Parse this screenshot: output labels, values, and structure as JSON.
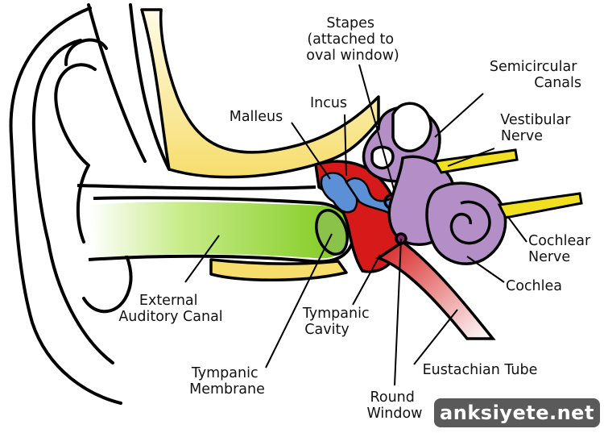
{
  "labels": {
    "stapes": [
      "Stapes",
      "(attached to",
      "oval window)"
    ],
    "semicircular_canals": [
      "Semicircular",
      "Canals"
    ],
    "vestibular_nerve": [
      "Vestibular",
      "Nerve"
    ],
    "incus": "Incus",
    "malleus": "Malleus",
    "cochlear_nerve": [
      "Cochlear",
      "Nerve"
    ],
    "cochlea": "Cochlea",
    "external_auditory_canal": [
      "External",
      "Auditory Canal"
    ],
    "tympanic_cavity": [
      "Tympanic",
      "Cavity"
    ],
    "tympanic_membrane": [
      "Tympanic",
      "Membrane"
    ],
    "eustachian_tube": "Eustachian Tube",
    "round_window": [
      "Round",
      "Window"
    ]
  },
  "watermark": "anksiyete.net",
  "colors": {
    "outline": "#000000",
    "bone": "#f8e48a",
    "canal": "#8ed11a",
    "membrane": "#8bc34a",
    "cavity": "#d61a1a",
    "ossicles": "#5b8fd6",
    "inner_ear": "#b48ec7",
    "nerve": "#f0e020",
    "tube": "#e8a0a0"
  }
}
